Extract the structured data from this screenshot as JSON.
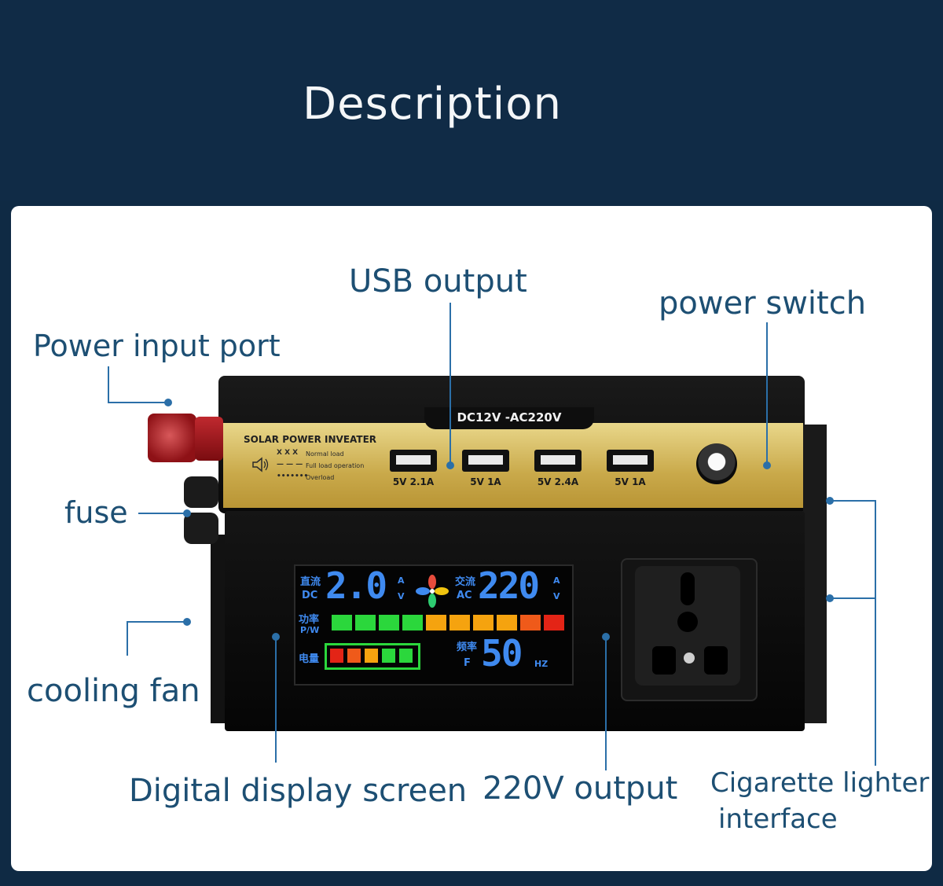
{
  "header": {
    "title": "Description"
  },
  "callouts": {
    "power_input_port": "Power input port",
    "usb_output": "USB output",
    "power_switch": "power switch",
    "fuse": "fuse",
    "cooling_fan": "cooling fan",
    "digital_display_screen": "Digital display screen",
    "output_220v": "220V output",
    "cigarette_lighter_line1": "Cigarette lighter",
    "cigarette_lighter_line2": "interface"
  },
  "device": {
    "model_tag": "DC12V -AC220V",
    "brand": "SOLAR POWER INVEATER",
    "legend": [
      {
        "symbol": "X X X",
        "text": "Normal load"
      },
      {
        "symbol": "— — —",
        "text": "Full load operation"
      },
      {
        "symbol": "•••••••",
        "text": "Overload"
      }
    ],
    "usb_ports": [
      "5V 2.1A",
      "5V 1A",
      "5V 2.4A",
      "5V 1A"
    ]
  },
  "screen": {
    "dc_cn": "直流",
    "dc_en": "DC",
    "dc_value": "2.0",
    "ac_cn": "交流",
    "ac_en": "AC",
    "ac_value": "220",
    "unit_a": "A",
    "unit_v": "V",
    "power_cn": "功率",
    "power_en": "P/W",
    "battery_cn": "电量",
    "freq_cn": "频率",
    "freq_en": "F",
    "freq_value": "50",
    "freq_unit": "HZ",
    "power_level_segments": 10,
    "battery_level_segments": 5
  },
  "colors": {
    "header_bg": "#102b46",
    "label_text": "#1d4f73",
    "leader_line": "#2b6fa8",
    "screen_digits": "#3f8af0"
  }
}
